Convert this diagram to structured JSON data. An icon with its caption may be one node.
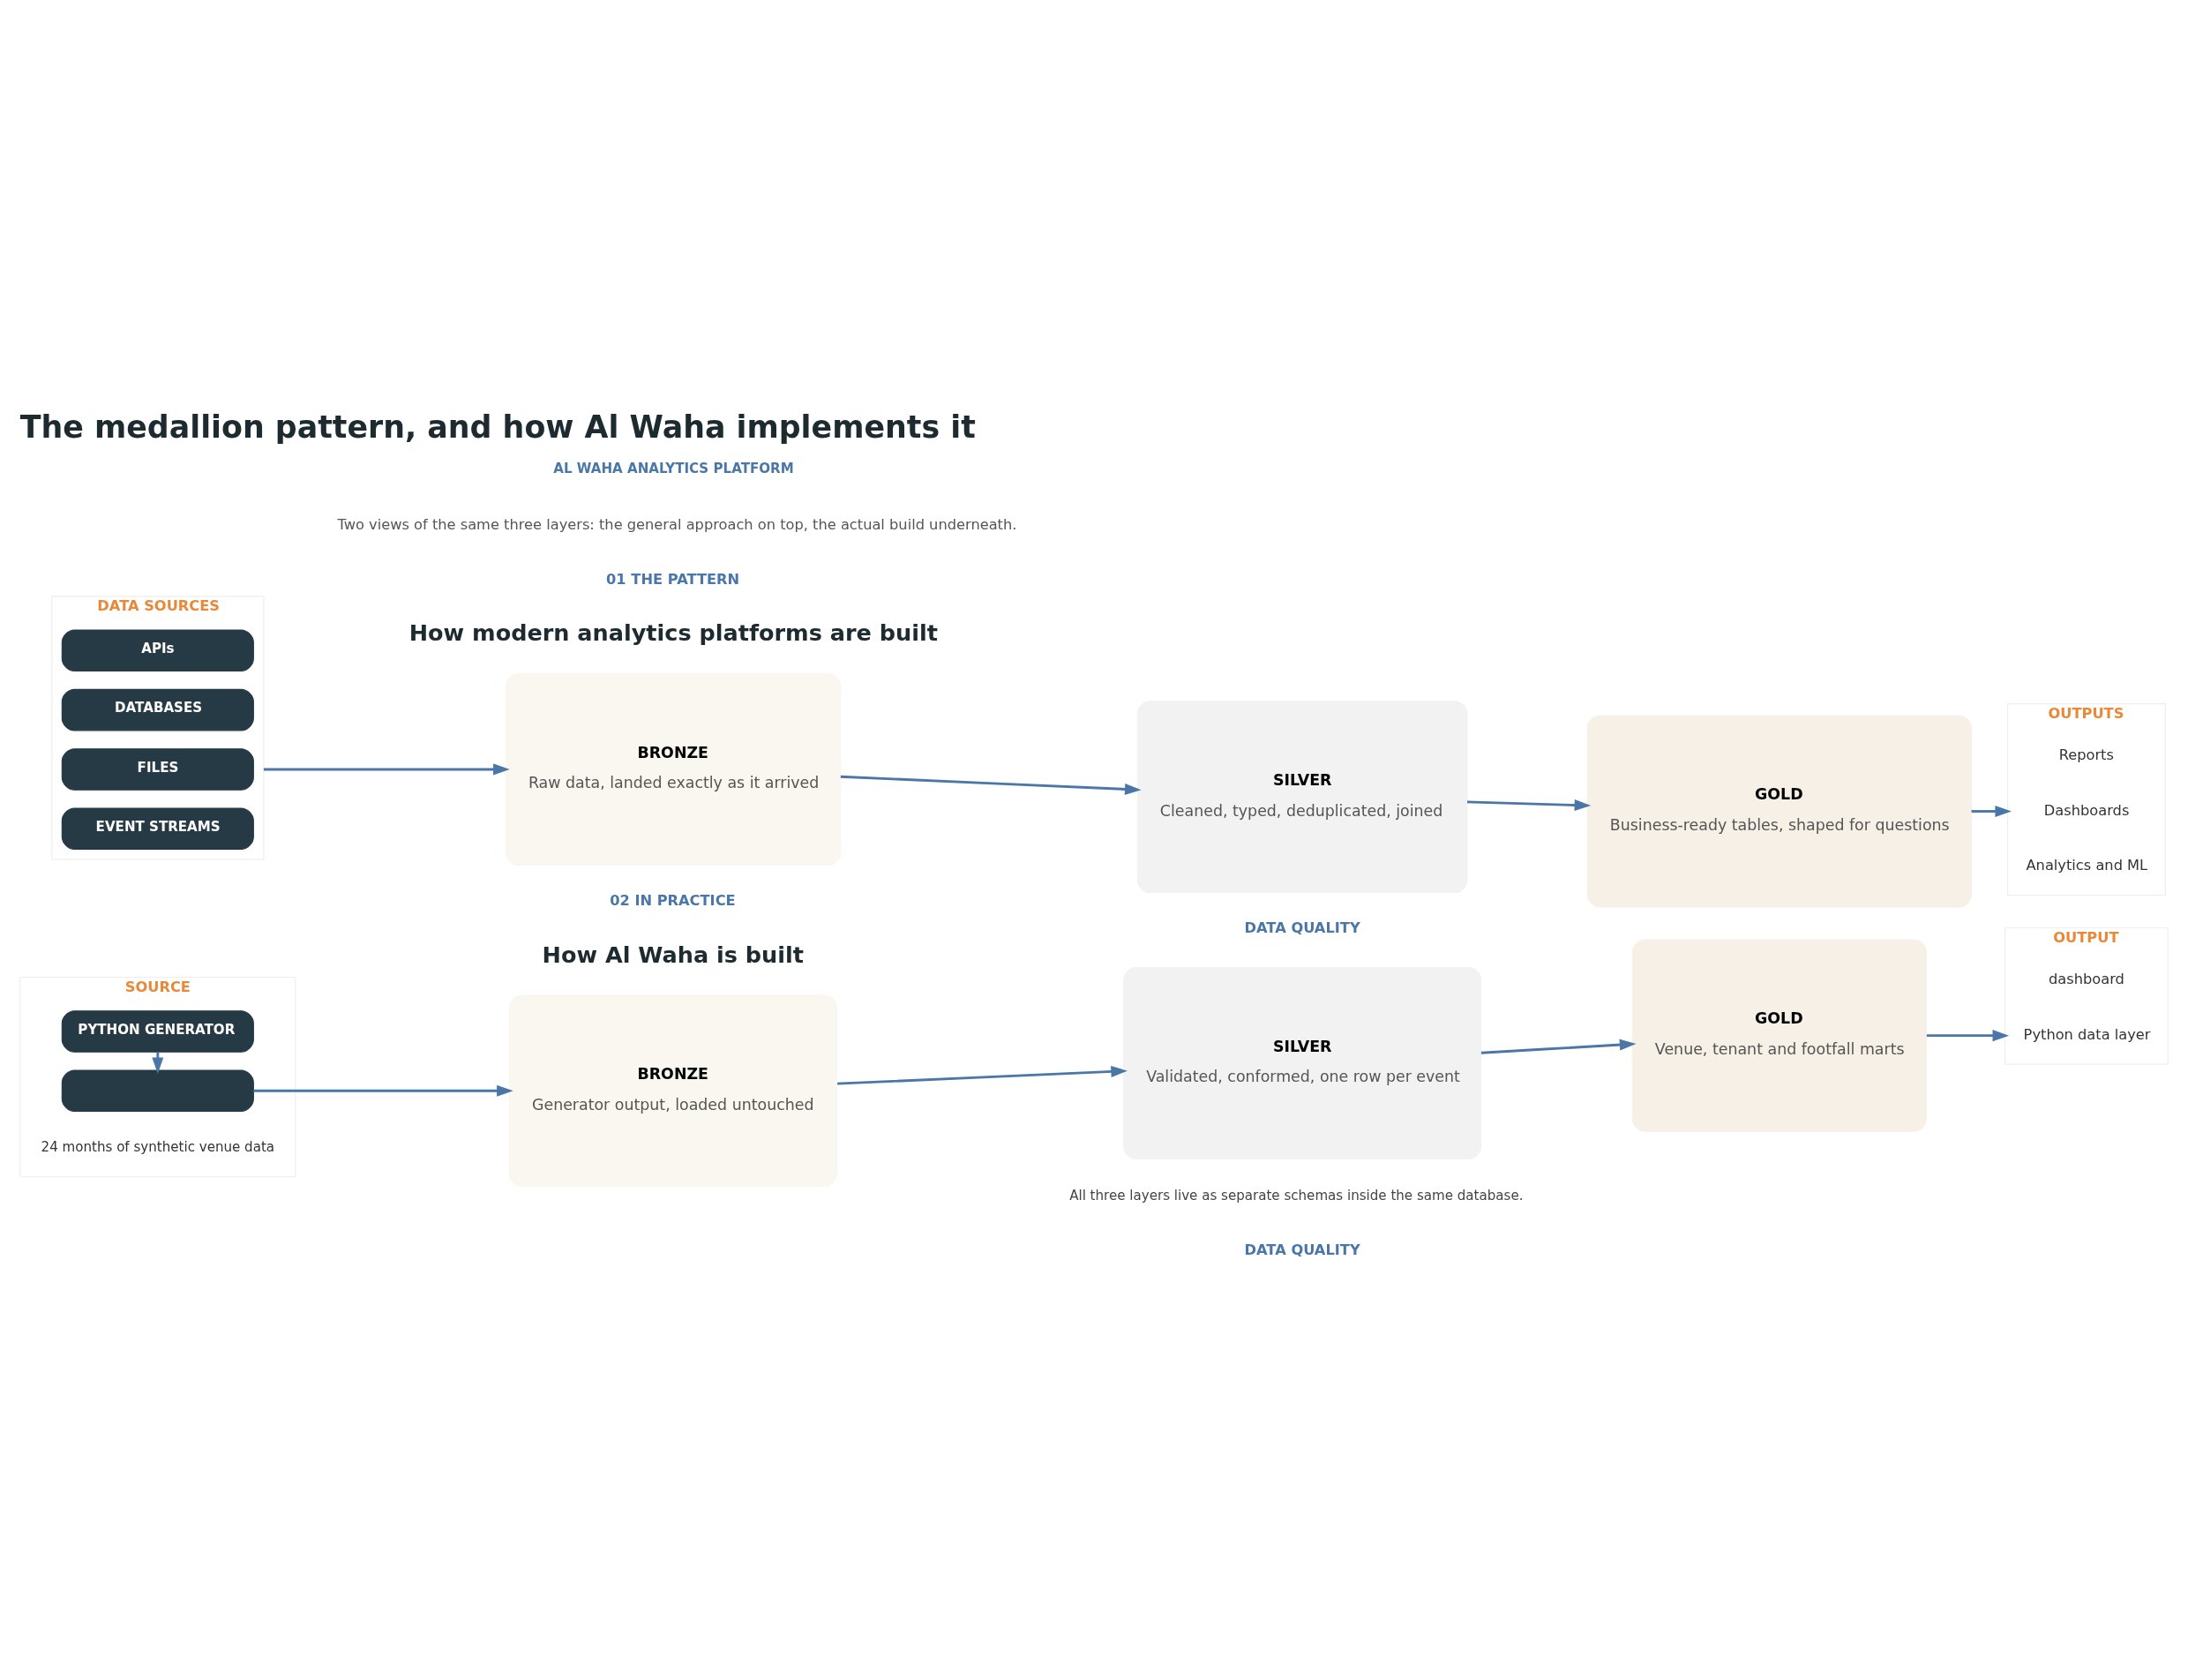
{
  "diagram": {
    "title": "The medallion pattern, and how Al Waha implements it",
    "nodes": [
      {
        "text": [
          "DATA SOURCES"
        ]
      },
      {
        "text": [
          "APIs"
        ],
        "in": 0
      },
      {
        "text": [
          "DATABASES"
        ],
        "in": 0
      },
      {
        "text": [
          "FILES"
        ],
        "in": 0
      },
      {
        "text": [
          "EVENT STREAMS"
        ],
        "in": 0
      },
      {
        "text": [
          "BRONZE",
          "Raw data, landed exactly as it arrived"
        ]
      },
      {
        "text": [
          "SILVER",
          "Cleaned, typed, deduplicated, joined"
        ]
      },
      {
        "text": [
          "GOLD",
          "Business-ready tables, shaped for questions"
        ]
      },
      {
        "text": [
          "OUTPUTS"
        ]
      },
      {
        "text": [
          "Reports"
        ],
        "in": 8
      },
      {
        "text": [
          "Dashboards"
        ],
        "in": 8
      },
      {
        "text": [
          "Analytics and ML"
        ],
        "in": 8
      },
      {
        "text": [
          "SOURCE"
        ]
      },
      {
        "text": [
          "PYTHON GENERATOR"
        ],
        "in": 12
      },
      {
        "text": [],
        "shape": "box",
        "in": 12,
        "beside": [
          "24 months of synthetic venue data"
        ]
      },
      {
        "text": [
          "BRONZE",
          "Generator output, loaded untouched"
        ]
      },
      {
        "text": [
          "SILVER",
          "Validated, conformed, one row per event"
        ]
      },
      {
        "text": [
          "GOLD",
          "Venue, tenant and footfall marts"
        ]
      },
      {
        "text": [
          "OUTPUT"
        ]
      },
      {
        "text": [
          "dashboard"
        ],
        "in": 18
      },
      {
        "text": [
          "Python data layer"
        ],
        "in": 18
      }
    ],
    "edges": [
      {
        "from": 0,
        "to": 5,
        "arrow": "to"
      },
      {
        "from": 5,
        "to": 6,
        "arrow": "to"
      },
      {
        "from": 6,
        "to": 7,
        "arrow": "to"
      },
      {
        "from": 7,
        "to": 8,
        "arrow": "to"
      },
      {
        "from": 13,
        "to": 14,
        "arrow": "to"
      },
      {
        "from": 14,
        "to": 15,
        "arrow": "to"
      },
      {
        "from": 15,
        "to": 16,
        "arrow": "to"
      },
      {
        "from": 16,
        "to": 17,
        "arrow": "to"
      },
      {
        "from": 17,
        "to": 18,
        "arrow": "to"
      }
    ],
    "labels": [
      "AL WAHA ANALYTICS PLATFORM",
      "Two views of the same three layers: the general approach on top, the actual build underneath.",
      "01 THE PATTERN",
      "How modern analytics platforms are built",
      "DATA QUALITY",
      "02 IN PRACTICE",
      "How Al Waha is built",
      "All three layers live as separate schemas inside the same database.",
      "DATA QUALITY"
    ]
  }
}
